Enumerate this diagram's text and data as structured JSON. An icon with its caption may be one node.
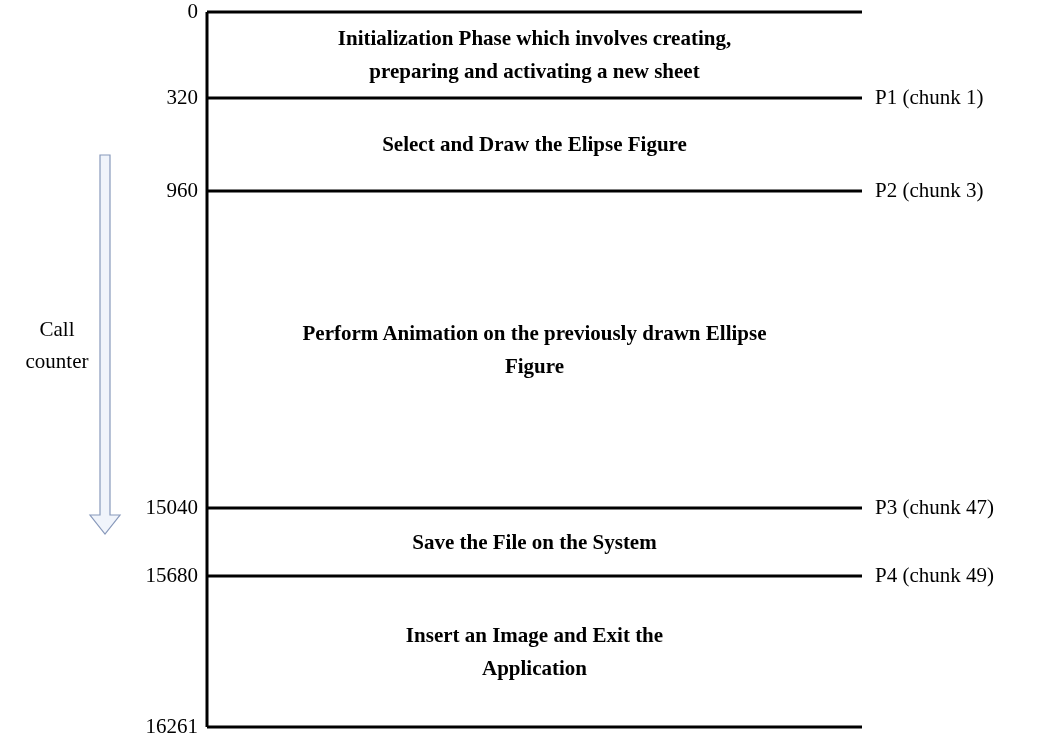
{
  "diagram": {
    "nodes": [
      {
        "text": [
          "Initialization Phase which involves creating, preparing and activating a new sheet"
        ]
      },
      {
        "text": [
          "Select and Draw the Elipse Figure"
        ]
      },
      {
        "text": [
          "Perform Animation on the previously drawn Ellipse Figure"
        ]
      },
      {
        "text": [
          "Save the File on the System"
        ]
      },
      {
        "text": [
          "Insert an Image and Exit the Application"
        ]
      }
    ],
    "labels": [
      "0",
      "320",
      "P1 (chunk 1)",
      "960",
      "P2 (chunk 3)",
      "Call counter",
      "15040",
      "P3 (chunk 47)",
      "15680",
      "P4 (chunk 49)",
      "16261"
    ]
  }
}
